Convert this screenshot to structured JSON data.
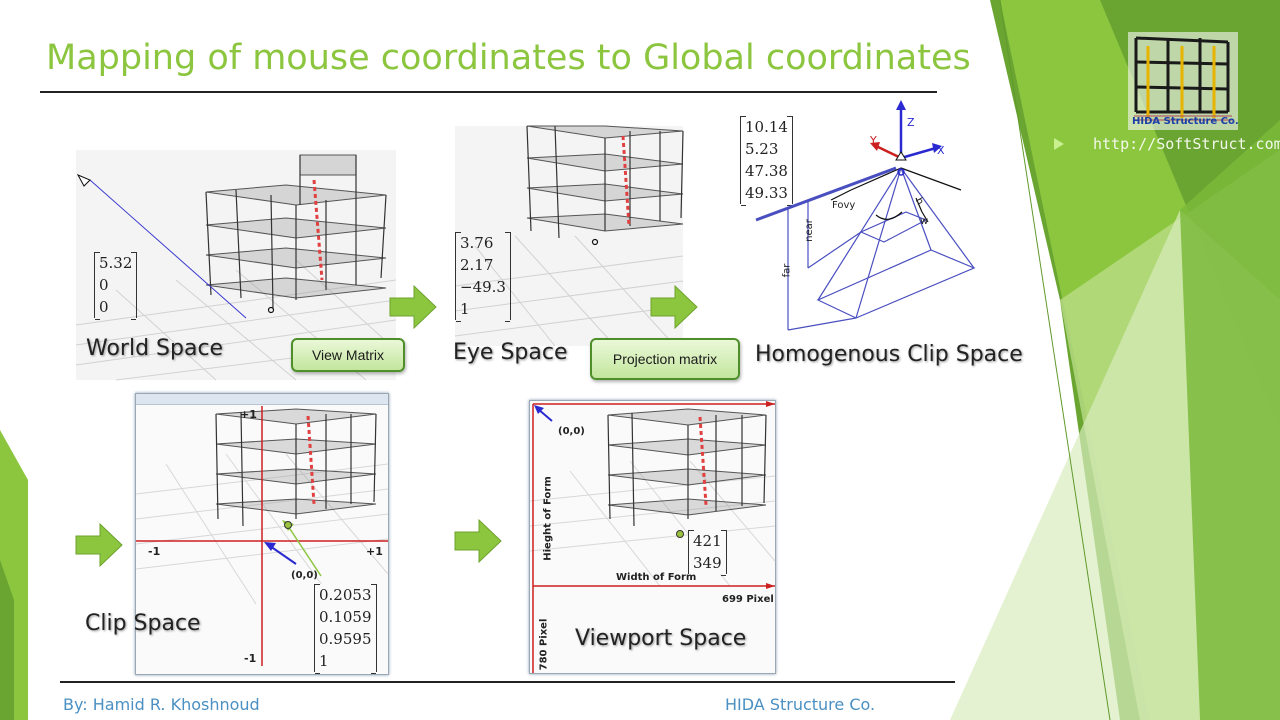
{
  "slide": {
    "title": "Mapping of mouse coordinates to Global coordinates",
    "author": "By: Hamid R. Khoshnoud",
    "company_footer": "HIDA Structure Co.",
    "url": "http://SoftStruct.com",
    "logo_text": "HIDA Structure Co."
  },
  "world": {
    "label": "World Space",
    "matrix": [
      "5.32",
      "0",
      "0"
    ]
  },
  "eye": {
    "label": "Eye Space",
    "matrix": [
      "3.76",
      "2.17",
      "−49.3",
      "1"
    ]
  },
  "homogenous": {
    "label": "Homogenous Clip Space",
    "matrix": [
      "10.14",
      "5.23",
      "47.38",
      "49.33"
    ],
    "axes": {
      "z": "Z",
      "y": "Y",
      "x": "X"
    },
    "frustum": {
      "fovy": "Fovy",
      "h": "h",
      "w": "w",
      "near": "near",
      "far": "far"
    }
  },
  "buttons": {
    "view_matrix": "View Matrix",
    "projection_matrix": "Projection matrix"
  },
  "clip": {
    "label": "Clip Space",
    "matrix": [
      "0.2053",
      "0.1059",
      "0.9595",
      "1"
    ],
    "ticks": {
      "top": "+1",
      "bottom": "-1",
      "left": "-1",
      "right": "+1"
    },
    "origin": "(0,0)"
  },
  "viewport": {
    "label": "Viewport Space",
    "matrix": [
      "421",
      "349"
    ],
    "origin": "(0,0)",
    "height_label": "Hieght of Form",
    "width_label": "Width of Form",
    "width_pixels": "699 Pixel",
    "height_pixels": "780 Pixel"
  },
  "colors": {
    "title_green": "#8cc63f",
    "footer_blue": "#4a90c2",
    "arrow_green": "#8cc63f",
    "axis_red": "#cc1f1f",
    "frustum_blue": "#4a4fc0"
  }
}
